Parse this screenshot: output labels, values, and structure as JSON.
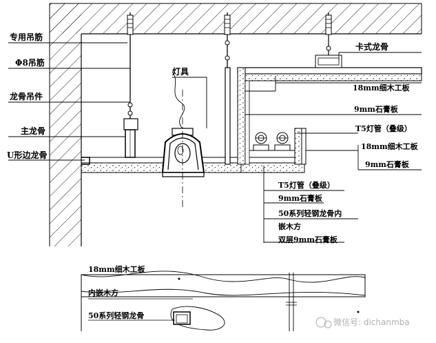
{
  "labels": {
    "hanger_special": "专用吊筋",
    "hanger_8": "Φ8吊筋",
    "keel_hanger": "龙骨吊件",
    "main_keel": "主龙骨",
    "u_edge_keel": "U形边龙骨",
    "lamp": "灯具",
    "clip_keel": "卡式龙骨",
    "board_18_a": "18mm细木工板",
    "gypsum_9_a": "9mm石膏板",
    "t5_tube_a": "T5灯管（叠级）",
    "board_18_b": "18mm细木工板",
    "gypsum_9_b": "9mm石膏板",
    "t5_tube_b": "T5灯管（叠级）",
    "gypsum_9_c": "9mm石膏板",
    "steel_keel_line1": "50系列轻钢龙骨内",
    "steel_keel_line2": "嵌木方",
    "double_gypsum": "双层9mm石膏板",
    "detail_board": "18mm细木工板",
    "detail_wood": "内嵌木方",
    "detail_keel": "50系列轻钢龙骨"
  },
  "watermark": "微信号: dichanmba"
}
